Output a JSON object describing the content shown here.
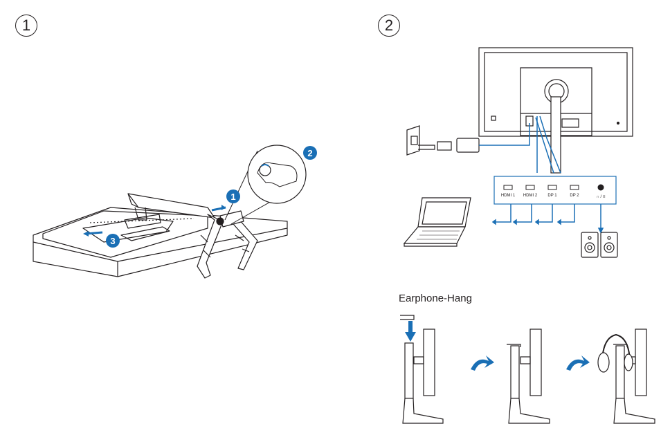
{
  "steps": {
    "step1": "1",
    "step2": "2"
  },
  "callouts": {
    "c1": "1",
    "c2": "2",
    "c3": "3"
  },
  "ports": [
    "HDMI 1",
    "HDMI 2",
    "DP 1",
    "DP 2",
    "∩ / ≡"
  ],
  "earphone_hang": {
    "title": "Earphone-Hang"
  },
  "colors": {
    "accent": "#1a6fb5",
    "line": "#231f20"
  }
}
